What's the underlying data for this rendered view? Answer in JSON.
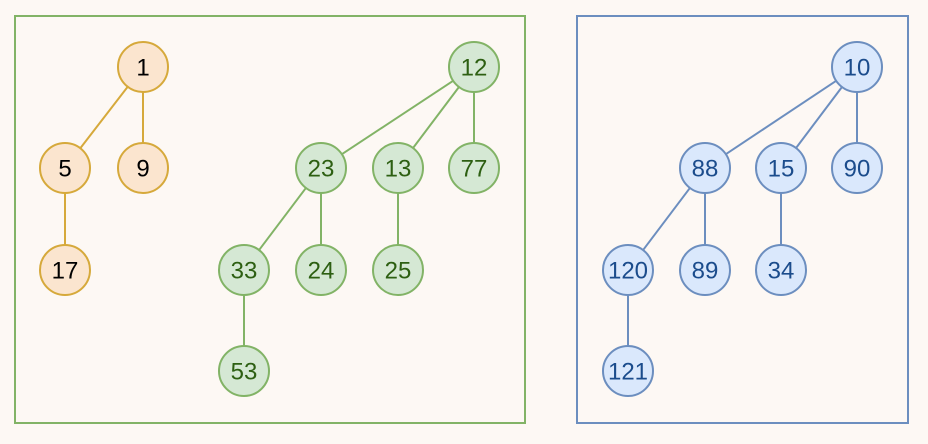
{
  "colors": {
    "background": "#fdf8f4",
    "orange": {
      "fill": "#fbe5cf",
      "stroke": "#d6a93b",
      "text": "#000000"
    },
    "green": {
      "fill": "#d5e8d4",
      "stroke": "#82b366",
      "text": "#2d5f12"
    },
    "blue": {
      "fill": "#dae8fc",
      "stroke": "#6c8ebf",
      "text": "#1b4c8c"
    }
  },
  "heaps": {
    "left_box": {
      "frame_color": "green",
      "trees": [
        {
          "color": "orange",
          "root": {
            "key": "1",
            "children": [
              {
                "key": "5",
                "children": [
                  {
                    "key": "17",
                    "children": []
                  }
                ]
              },
              {
                "key": "9",
                "children": []
              }
            ]
          }
        },
        {
          "color": "green",
          "root": {
            "key": "12",
            "children": [
              {
                "key": "23",
                "children": [
                  {
                    "key": "33",
                    "children": [
                      {
                        "key": "53",
                        "children": []
                      }
                    ]
                  },
                  {
                    "key": "24",
                    "children": []
                  }
                ]
              },
              {
                "key": "13",
                "children": [
                  {
                    "key": "25",
                    "children": []
                  }
                ]
              },
              {
                "key": "77",
                "children": []
              }
            ]
          }
        }
      ]
    },
    "right_box": {
      "frame_color": "blue",
      "trees": [
        {
          "color": "blue",
          "root": {
            "key": "10",
            "children": [
              {
                "key": "88",
                "children": [
                  {
                    "key": "120",
                    "children": [
                      {
                        "key": "121",
                        "children": []
                      }
                    ]
                  },
                  {
                    "key": "89",
                    "children": []
                  }
                ]
              },
              {
                "key": "15",
                "children": [
                  {
                    "key": "34",
                    "children": []
                  }
                ]
              },
              {
                "key": "90",
                "children": []
              }
            ]
          }
        }
      ]
    }
  }
}
